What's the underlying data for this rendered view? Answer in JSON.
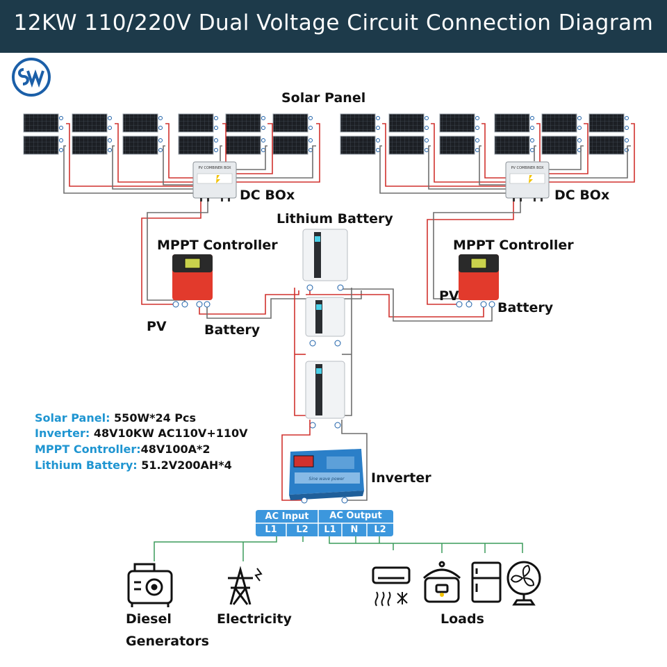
{
  "header": {
    "title": "12KW 110/220V Dual Voltage Circuit Connection Diagram"
  },
  "logo": {
    "icon": "sw-logo"
  },
  "labels": {
    "solar_panel": "Solar Panel",
    "dc_box": "DC BOx",
    "lithium_battery": "Lithium Battery",
    "mppt_controller": "MPPT Controller",
    "pv": "PV",
    "battery": "Battery",
    "inverter": "Inverter",
    "combiner_box_text": "PV COMBINER BOX",
    "inverter_brand": "Sine wave power"
  },
  "specs": [
    {
      "key": "Solar Panel: ",
      "value": "550W*24 Pcs"
    },
    {
      "key": "Inverter: ",
      "value": "48V10KW AC110V+110V"
    },
    {
      "key": "MPPT Controller:",
      "value": "48V100A*2"
    },
    {
      "key": "Lithium Battery: ",
      "value": "51.2V200AH*4"
    }
  ],
  "ac_panel": {
    "input_title": "AC Input",
    "output_title": "AC Output",
    "input_terminals": [
      "L1",
      "L2"
    ],
    "output_terminals": [
      "L1",
      "N",
      "L2"
    ]
  },
  "sources": [
    {
      "label_lines": [
        "Diesel",
        "Generators"
      ],
      "icon": "generator-icon"
    },
    {
      "label_lines": [
        "Electricity"
      ],
      "icon": "power-tower-icon"
    }
  ],
  "loads": {
    "label": "Loads",
    "icons": [
      "air-conditioner-icon",
      "rice-cooker-icon",
      "refrigerator-icon",
      "fan-icon"
    ]
  },
  "colors": {
    "header_bg": "#1d3a4a",
    "accent_blue": "#1f95d1",
    "wire_red": "#d0312d",
    "wire_gray": "#6e6e6e",
    "ac_wire_green": "#3a9b5a",
    "controller_red": "#e23a2c",
    "inverter_blue": "#2b7fc8"
  }
}
